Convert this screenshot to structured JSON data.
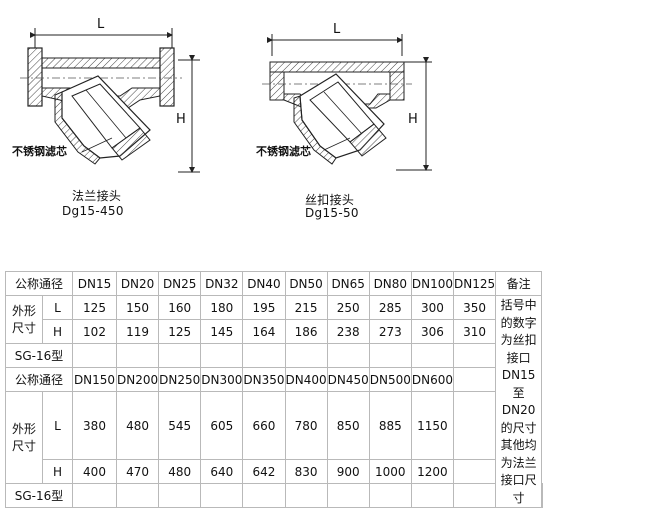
{
  "drawings": {
    "flange": {
      "dim_L": "L",
      "dim_H": "H",
      "screen_label": "不锈钢滤芯",
      "caption": "法兰接头",
      "spec": "Dg15-450"
    },
    "thread": {
      "dim_L": "L",
      "dim_H": "H",
      "screen_label": "不锈钢滤芯",
      "caption": "丝扣接头",
      "spec": "Dg15-50"
    }
  },
  "table": {
    "nominal_label": "公称通径",
    "shape_label": "外形尺寸",
    "shape_lines": [
      "外形",
      "尺寸"
    ],
    "row_L": "L",
    "row_H": "H",
    "model": "SG-16型",
    "note_header": "备注",
    "note_text": "括号中的数字为丝扣接口DN15至DN20的尺寸其他均为法兰接口尺寸",
    "group1": {
      "sizes": [
        "DN15",
        "DN20",
        "DN25",
        "DN32",
        "DN40",
        "DN50",
        "DN65",
        "DN80",
        "DN100",
        "DN125"
      ],
      "L": [
        "125",
        "150",
        "160",
        "180",
        "195",
        "215",
        "250",
        "285",
        "300",
        "350"
      ],
      "H": [
        "102",
        "119",
        "125",
        "145",
        "164",
        "186",
        "238",
        "273",
        "306",
        "310"
      ]
    },
    "group2": {
      "sizes": [
        "DN150",
        "DN200",
        "DN250",
        "DN300",
        "DN350",
        "DN400",
        "DN450",
        "DN500",
        "DN600",
        ""
      ],
      "L": [
        "380",
        "480",
        "545",
        "605",
        "660",
        "780",
        "850",
        "885",
        "1150",
        ""
      ],
      "H": [
        "400",
        "470",
        "480",
        "640",
        "642",
        "830",
        "900",
        "1000",
        "1200",
        ""
      ]
    }
  }
}
